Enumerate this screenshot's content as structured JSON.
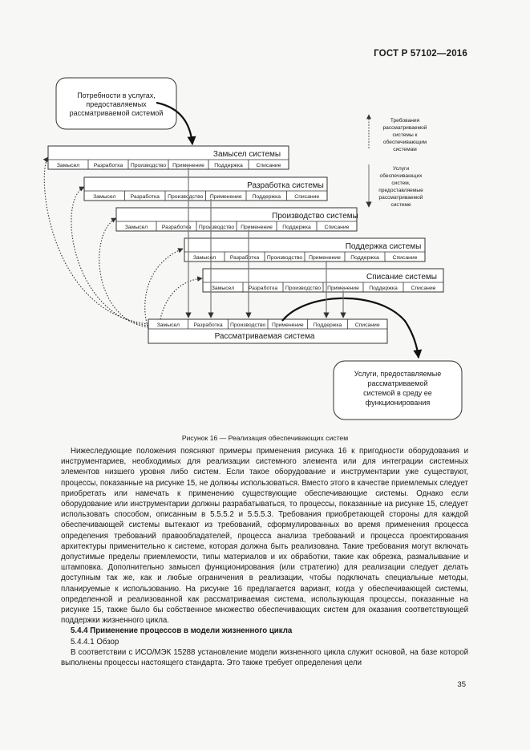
{
  "header": {
    "standard": "ГОСТ Р 57102—2016"
  },
  "diagram": {
    "needs_box": [
      "Потребности в услугах,",
      "предоставляемых",
      "рассматриваемой системой"
    ],
    "legend_up": [
      "Требования",
      "рассматриваемой",
      "системы к",
      "обеспечивающим",
      "системам"
    ],
    "legend_down": [
      "Услуги",
      "обеспечивающих",
      "систем,",
      "предоставляемые",
      "рассматриваемой",
      "системе"
    ],
    "stages": [
      "Замысел",
      "Разработка",
      "Производство",
      "Применение",
      "Поддержка",
      "Списание"
    ],
    "systems": [
      {
        "title": "Замысел системы"
      },
      {
        "title": "Разработка системы"
      },
      {
        "title": "Производство системы"
      },
      {
        "title": "Поддержка системы"
      },
      {
        "title": "Списание системы"
      }
    ],
    "system_of_interest": "Рассматриваемая система",
    "services_box": [
      "Услуги, предоставляемые",
      "рассматриваемой",
      "системой в среду ее",
      "функционирования"
    ]
  },
  "caption": "Рисунок 16 — Реализация обеспечивающих систем",
  "body": {
    "para1": "Нижеследующие положения поясняют примеры применения  рисунка 16 к пригодности оборудования и инструментариев, необходимых для реализации системного элемента или для интеграции системных элементов низшего уровня либо систем. Если такое оборудование и инструментарии уже существуют, процессы, показанные на рисунке 15, не должны использоваться. Вместо этого в качестве приемлемых следует приобретать или намечать к применению существующие обеспечивающие системы. Однако если оборудование или инструментарии должны разрабатываться, то процессы, показанные на рисунке 15, следует использовать способом, описанным в 5.5.5.2 и 5.5.5.3. Требования приобретающей стороны для каждой обеспечивающей системы вытекают из требований, сформулированных во время применения процесса определения требований правообладателей, процесса анализа требований и процесса проектирования архитектуры применительно к системе, которая должна быть реализована. Такие требования могут включать допустимые пределы приемлемости, типы материалов и их обработки, такие как обрезка, размалывание и штамповка. Дополнительно замысел функционирования (или стратегию) для реализации следует делать доступным так же, как и  любые ограничения в реализации, чтобы подключать специальные методы, планируемые к использованию. На рисунке 16 предлагается вариант, когда у обеспечивающей системы, определенной и реализованной как рассматриваемая система, использующая процессы, показанные на рисунке 15, также было бы собственное множество обеспечивающих систем для оказания соответствующей поддержки жизненного цикла.",
    "section": "5.4.4 Применение процессов в модели жизненного цикла",
    "subsection": "5.4.4.1 Обзор",
    "para2": "В соответствии с ИСО/МЭК 15288 установление модели жизненного цикла служит основой, на базе которой выполнены процессы настоящего стандарта. Это также требует определения цели"
  },
  "page_number": "35"
}
